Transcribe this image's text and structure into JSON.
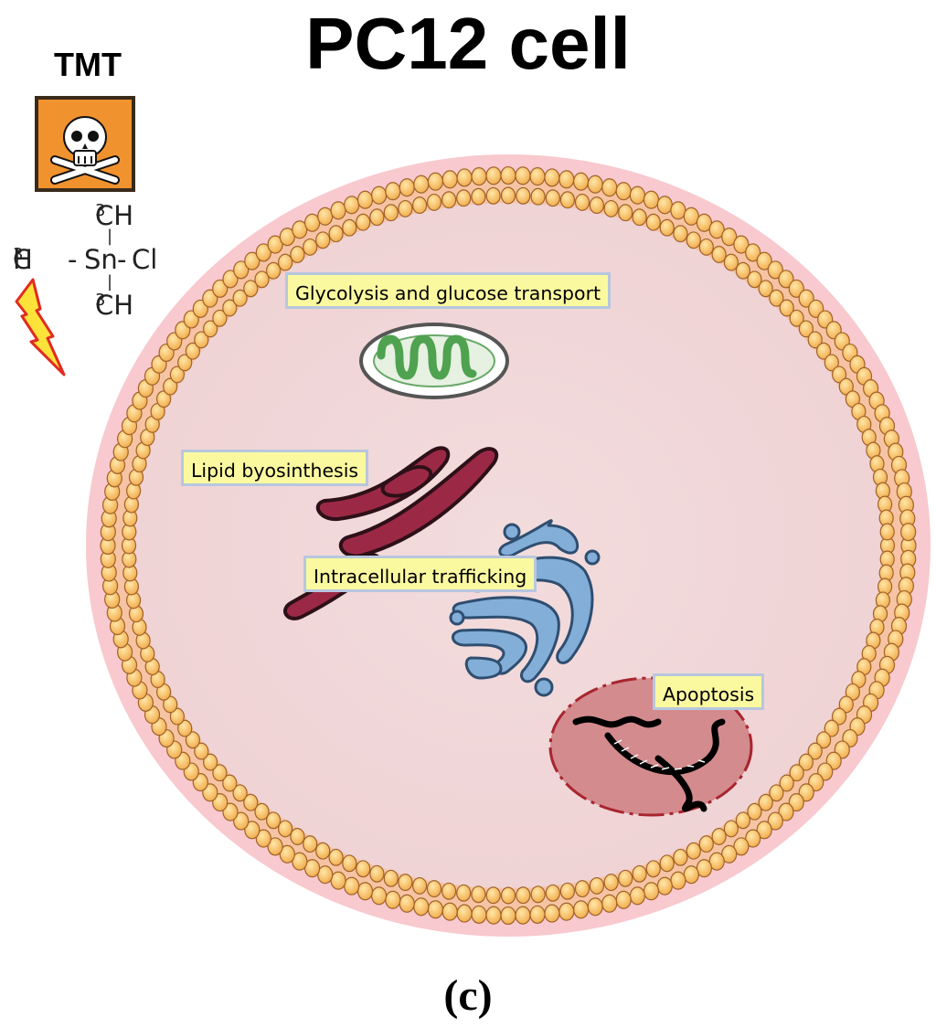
{
  "title": "PC12 cell",
  "toxin": {
    "label": "TMT",
    "hazard_icon": "skull-crossbones-icon",
    "formula": {
      "top_group": "CH",
      "top_sub": "3",
      "left_group": "H",
      "left_sub": "3",
      "left_tail": "C",
      "center": "Sn",
      "right_group": "Cl",
      "bottom_group": "CH",
      "bottom_sub": "3"
    },
    "impact_icon": "lightning-bolt-icon"
  },
  "organelles": [
    {
      "name": "mitochondrion",
      "label": "Glycolysis and glucose transport"
    },
    {
      "name": "endoplasmic-reticulum",
      "label": "Lipid byosinthesis"
    },
    {
      "name": "golgi-apparatus",
      "label": "Intracellular  trafficking"
    },
    {
      "name": "nucleus",
      "label": "Apoptosis"
    }
  ],
  "panel_label": "(c)",
  "colors": {
    "membrane": "#f4b860",
    "membrane_glow": "#f3a3ad",
    "cytoplasm": "#f2dadb",
    "label_fill": "#fbf9a0",
    "label_border": "#b7c7de",
    "er": "#9b2946",
    "golgi": "#7aa7d3",
    "mitochondrion_inner": "#5cab5c",
    "nucleus": "#d48b8e",
    "hazard_orange": "#f0922e",
    "bolt_fill": "#fde23a",
    "bolt_stroke": "#e02b20"
  }
}
